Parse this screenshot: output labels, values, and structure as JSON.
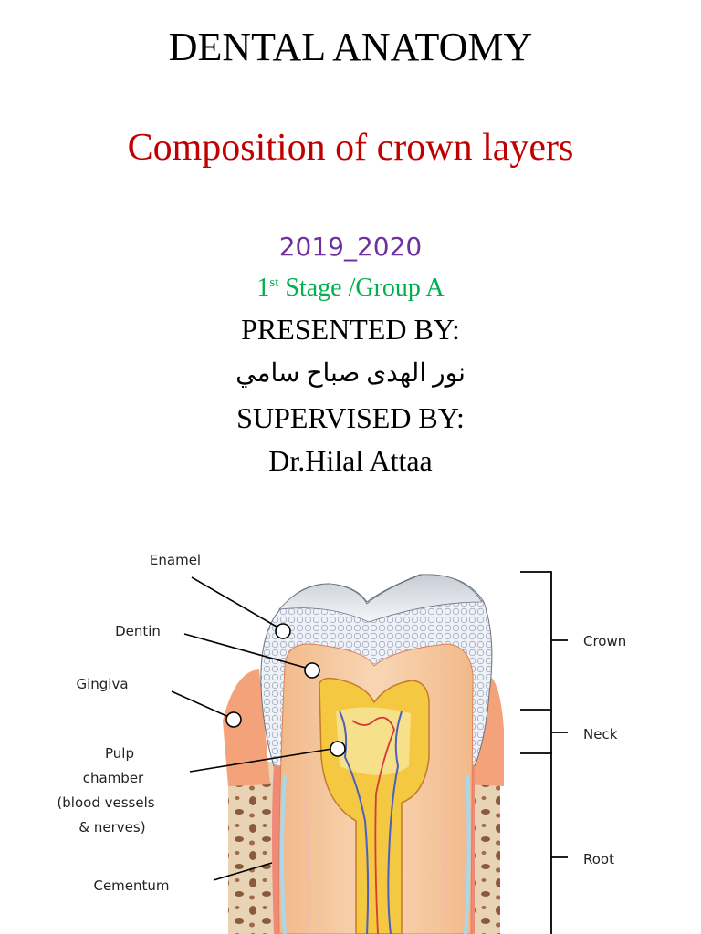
{
  "title": "DENTAL ANATOMY",
  "subtitle": "Composition of crown layers",
  "year": "2019_2020",
  "stage": {
    "num": "1",
    "sup": "st",
    "rest": " Stage /Group A"
  },
  "presented_label": "PRESENTED BY:",
  "presenter": "نور الهدى صباح سامي",
  "supervised_label": "SUPERVISED BY:",
  "supervisor": "Dr.Hilal Attaa",
  "diagram": {
    "labels": {
      "enamel": "Enamel",
      "dentin": "Dentin",
      "gingiva": "Gingiva",
      "pulp_1": "Pulp",
      "pulp_2": "chamber",
      "pulp_3": "(blood vessels",
      "pulp_4": "& nerves)",
      "cementum": "Cementum",
      "crown": "Crown",
      "neck": "Neck",
      "root": "Root"
    }
  },
  "colors": {
    "title": "#000000",
    "subtitle": "#c00000",
    "year": "#7030a0",
    "stage": "#00b050"
  }
}
